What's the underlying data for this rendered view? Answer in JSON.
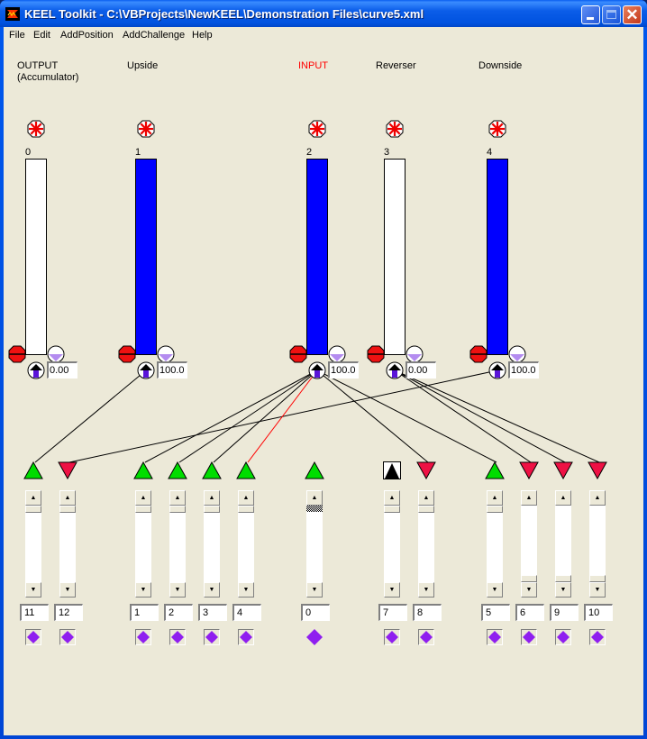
{
  "window": {
    "title": "KEEL Toolkit - C:\\VBProjects\\NewKEEL\\Demonstration Files\\curve5.xml",
    "app_icon": "keel-logo-icon",
    "controls": [
      "minimize",
      "maximize",
      "close"
    ]
  },
  "menu": [
    "File",
    "Edit",
    "AddPosition",
    "AddChallenge",
    "Help"
  ],
  "colors": {
    "bar_active": "#0000ff",
    "bar_inactive": "#ffffff",
    "input_label": "#ff0000",
    "positive_triangle": "#00dd00",
    "negative_triangle": "#ee1144",
    "link_line": "#000000",
    "highlight_link": "#ff0000",
    "diamond": "#8f1fef"
  },
  "columns": [
    {
      "index": "0",
      "label": "OUTPUT\n(Accumulator)",
      "is_input": false,
      "filled": false,
      "value": "0.00"
    },
    {
      "index": "1",
      "label": "Upside",
      "is_input": false,
      "filled": true,
      "value": "100.0"
    },
    {
      "index": "2",
      "label": "INPUT",
      "is_input": true,
      "filled": true,
      "value": "100.0"
    },
    {
      "index": "3",
      "label": "Reverser",
      "is_input": false,
      "filled": false,
      "value": "0.00"
    },
    {
      "index": "4",
      "label": "Downside",
      "is_input": false,
      "filled": true,
      "value": "100.0"
    }
  ],
  "inputs": [
    {
      "id": "11",
      "direction": "up",
      "style": "green",
      "thumb": "top"
    },
    {
      "id": "12",
      "direction": "down",
      "style": "red",
      "thumb": "top"
    },
    {
      "id": "1",
      "direction": "up",
      "style": "green",
      "thumb": "top"
    },
    {
      "id": "2",
      "direction": "up",
      "style": "green",
      "thumb": "top"
    },
    {
      "id": "3",
      "direction": "up",
      "style": "green",
      "thumb": "top"
    },
    {
      "id": "4",
      "direction": "up",
      "style": "green",
      "thumb": "top"
    },
    {
      "id": "0",
      "direction": "up",
      "style": "green",
      "thumb": "dither",
      "marker": "diamond"
    },
    {
      "id": "7",
      "direction": "up",
      "style": "black-boxed",
      "thumb": "top"
    },
    {
      "id": "8",
      "direction": "down",
      "style": "red",
      "thumb": "top"
    },
    {
      "id": "5",
      "direction": "up",
      "style": "green",
      "thumb": "top"
    },
    {
      "id": "6",
      "direction": "down",
      "style": "red",
      "thumb": "bottom"
    },
    {
      "id": "9",
      "direction": "down",
      "style": "red",
      "thumb": "bottom"
    },
    {
      "id": "10",
      "direction": "down",
      "style": "red",
      "thumb": "bottom"
    }
  ],
  "links": [
    {
      "from_column": "1",
      "to_input": "11",
      "highlight": false
    },
    {
      "from_column": "4",
      "to_input": "12",
      "highlight": false
    },
    {
      "from_column": "2",
      "to_input": "1",
      "highlight": false
    },
    {
      "from_column": "2",
      "to_input": "2",
      "highlight": false
    },
    {
      "from_column": "2",
      "to_input": "3",
      "highlight": false
    },
    {
      "from_column": "2",
      "to_input": "4",
      "highlight": true
    },
    {
      "from_column": "2",
      "to_input": "8",
      "highlight": false
    },
    {
      "from_column": "2",
      "to_input": "5",
      "highlight": false
    },
    {
      "from_column": "3",
      "to_input": "6",
      "highlight": false
    },
    {
      "from_column": "3",
      "to_input": "9",
      "highlight": false
    },
    {
      "from_column": "3",
      "to_input": "10",
      "highlight": false
    }
  ]
}
